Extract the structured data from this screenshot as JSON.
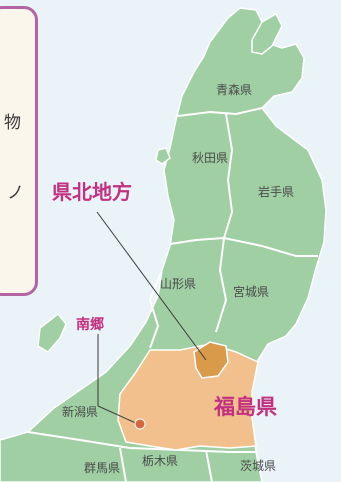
{
  "callout": {
    "chars": [
      "物",
      "ノ"
    ],
    "border_color": "#b564a3"
  },
  "prefectures": {
    "aomori": "青森県",
    "akita": "秋田県",
    "iwate": "岩手県",
    "yamagata": "山形県",
    "miyagi": "宮城県",
    "niigata": "新潟県",
    "fukushima": "福島県",
    "gunma": "群馬県",
    "tochigi": "栃木県",
    "ibaraki": "茨城県"
  },
  "highlights": {
    "kenpoku": "県北地方",
    "nango": "南郷"
  },
  "colors": {
    "sea": "#eaf3f8",
    "land": "#9fcfa3",
    "land_stroke": "#ffffff",
    "fukushima_fill": "#f2c08d",
    "kenpoku_fill": "#d99a4a",
    "nango_marker": "#d9663c",
    "highlight_text": "#c2307f"
  }
}
